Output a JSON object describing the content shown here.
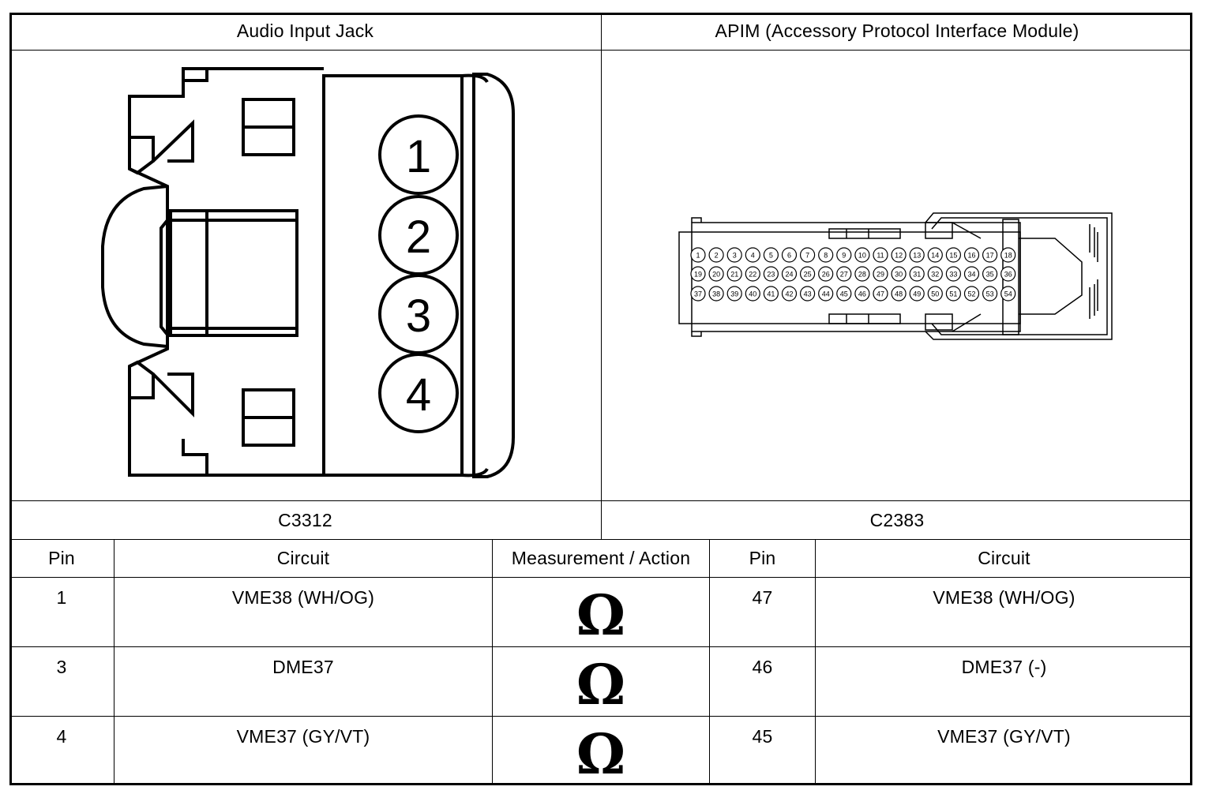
{
  "header": {
    "left_title": "Audio Input Jack",
    "right_title": "APIM (Accessory Protocol Interface Module)"
  },
  "connectors": {
    "left_id": "C3312",
    "right_id": "C2383",
    "jack_pins": [
      "1",
      "2",
      "3",
      "4"
    ],
    "apim_pins_row1": [
      "1",
      "2",
      "3",
      "4",
      "5",
      "6",
      "7",
      "8",
      "9",
      "10",
      "11",
      "12",
      "13",
      "14",
      "15",
      "16",
      "17",
      "18"
    ],
    "apim_pins_row2": [
      "19",
      "20",
      "21",
      "22",
      "23",
      "24",
      "25",
      "26",
      "27",
      "28",
      "29",
      "30",
      "31",
      "32",
      "33",
      "34",
      "35",
      "36"
    ],
    "apim_pins_row3": [
      "37",
      "38",
      "39",
      "40",
      "41",
      "42",
      "43",
      "44",
      "45",
      "46",
      "47",
      "48",
      "49",
      "50",
      "51",
      "52",
      "53",
      "54"
    ]
  },
  "table": {
    "headers": [
      "Pin",
      "Circuit",
      "Measurement / Action",
      "Pin",
      "Circuit"
    ],
    "measurement_symbol": "Ω",
    "rows": [
      {
        "pin_a": "1",
        "circuit_a": "VME38 (WH/OG)",
        "pin_b": "47",
        "circuit_b": "VME38 (WH/OG)"
      },
      {
        "pin_a": "3",
        "circuit_a": "DME37",
        "pin_b": "46",
        "circuit_b": "DME37 (-)"
      },
      {
        "pin_a": "4",
        "circuit_a": "VME37 (GY/VT)",
        "pin_b": "45",
        "circuit_b": "VME37 (GY/VT)"
      }
    ]
  }
}
